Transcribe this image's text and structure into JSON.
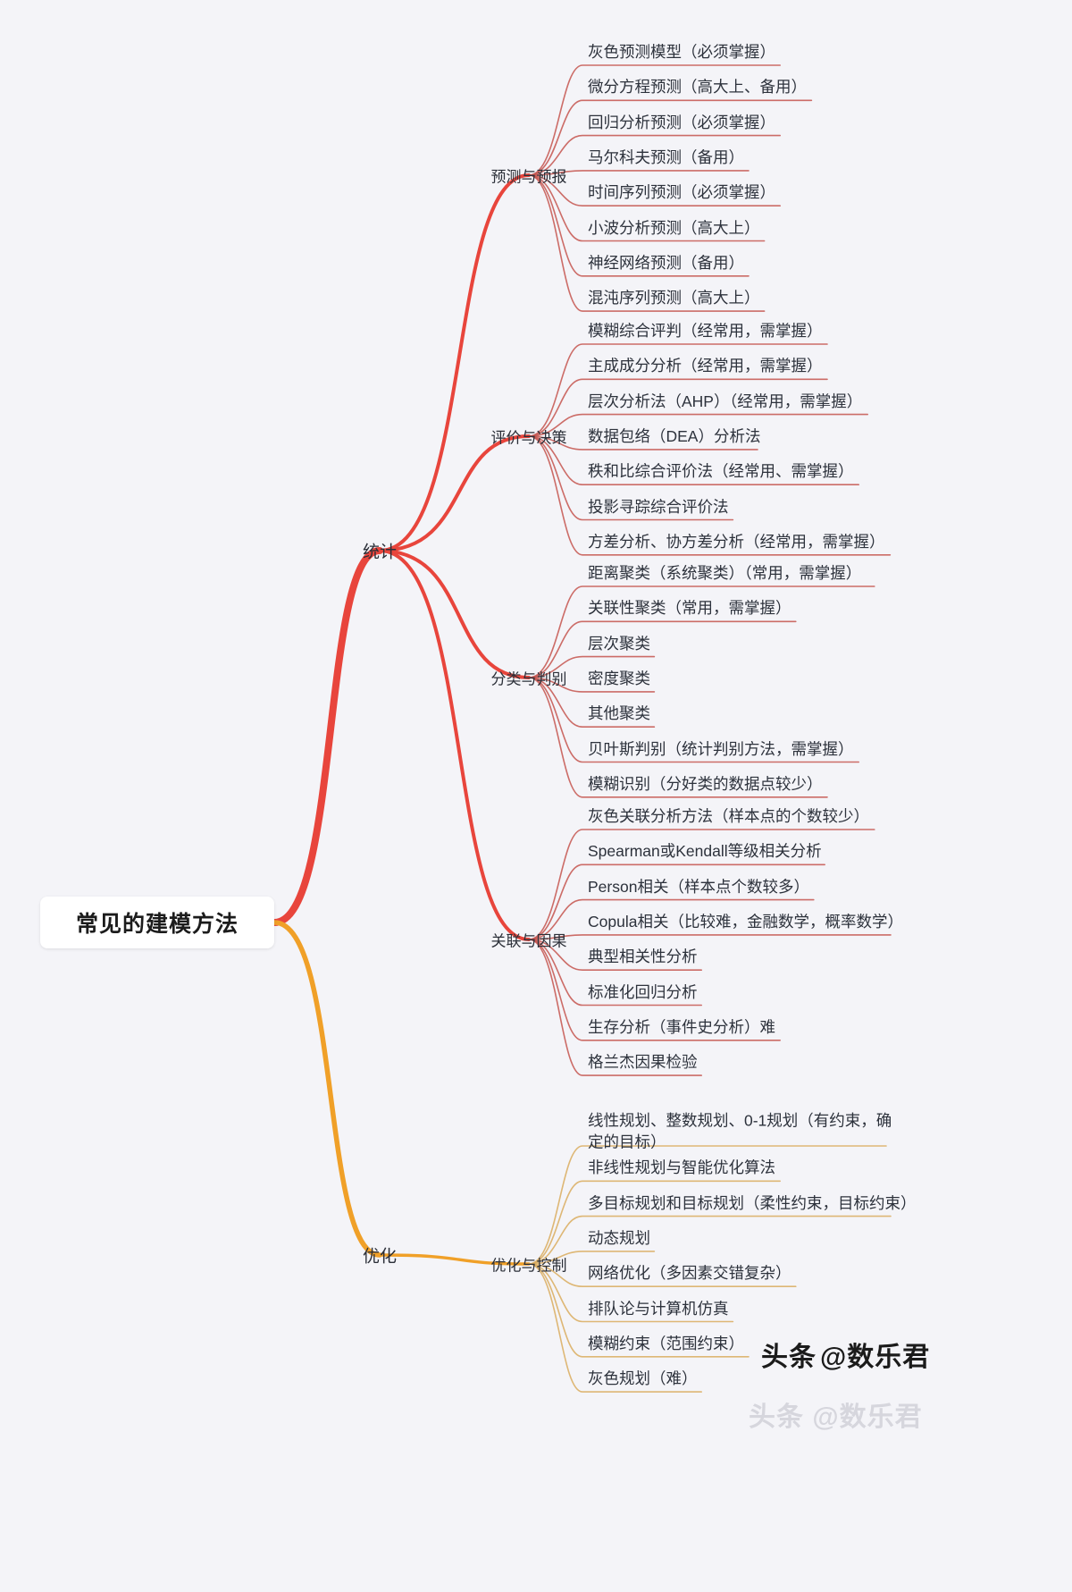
{
  "diagram": {
    "type": "mindmap",
    "title": "常见的建模方法",
    "colors": {
      "background": "#f4f4f8",
      "statistics_branch": "#e8453c",
      "statistics_sub": "#c4534e",
      "optimization_branch": "#f0a028",
      "optimization_sub": "#d9ab5e",
      "root_text": "#1c1c1c",
      "node_text": "#2d323c",
      "root_fill": "#ffffff"
    },
    "root": {
      "label": "常见的建模方法"
    },
    "branches": [
      {
        "label": "统计",
        "color": "#e8453c",
        "groups": [
          {
            "label": "预测与预报",
            "items": [
              "灰色预测模型（必须掌握）",
              "微分方程预测（高大上、备用）",
              "回归分析预测（必须掌握）",
              "马尔科夫预测（备用）",
              "时间序列预测（必须掌握）",
              "小波分析预测（高大上）",
              "神经网络预测（备用）",
              "混沌序列预测（高大上）"
            ]
          },
          {
            "label": "评价与决策",
            "items": [
              "模糊综合评判（经常用，需掌握）",
              "主成成分分析（经常用，需掌握）",
              "层次分析法（AHP）（经常用，需掌握）",
              "数据包络（DEA）分析法",
              "秩和比综合评价法（经常用、需掌握）",
              "投影寻踪综合评价法",
              "方差分析、协方差分析（经常用，需掌握）"
            ]
          },
          {
            "label": "分类与判别",
            "items": [
              "距离聚类（系统聚类）（常用，需掌握）",
              "关联性聚类（常用，需掌握）",
              "层次聚类",
              "密度聚类",
              "其他聚类",
              "贝叶斯判别（统计判别方法，需掌握）",
              "模糊识别（分好类的数据点较少）"
            ]
          },
          {
            "label": "关联与因果",
            "items": [
              "灰色关联分析方法（样本点的个数较少）",
              "Spearman或Kendall等级相关分析",
              "Person相关（样本点个数较多）",
              "Copula相关（比较难，金融数学，概率数学）",
              "典型相关性分析",
              "标准化回归分析",
              "生存分析（事件史分析）难",
              "格兰杰因果检验"
            ]
          }
        ]
      },
      {
        "label": "优化",
        "color": "#f0a028",
        "groups": [
          {
            "label": "优化与控制",
            "items": [
              "线性规划、整数规划、0-1规划（有约束，确定的目标）",
              "非线性规划与智能优化算法",
              "多目标规划和目标规划（柔性约束，目标约束）",
              "动态规划",
              "网络优化（多因素交错复杂）",
              "排队论与计算机仿真",
              "模糊约束（范围约束）",
              "灰色规划（难）"
            ]
          }
        ]
      }
    ],
    "watermark": {
      "prefix": "头条",
      "handle": "@数乐君"
    }
  }
}
